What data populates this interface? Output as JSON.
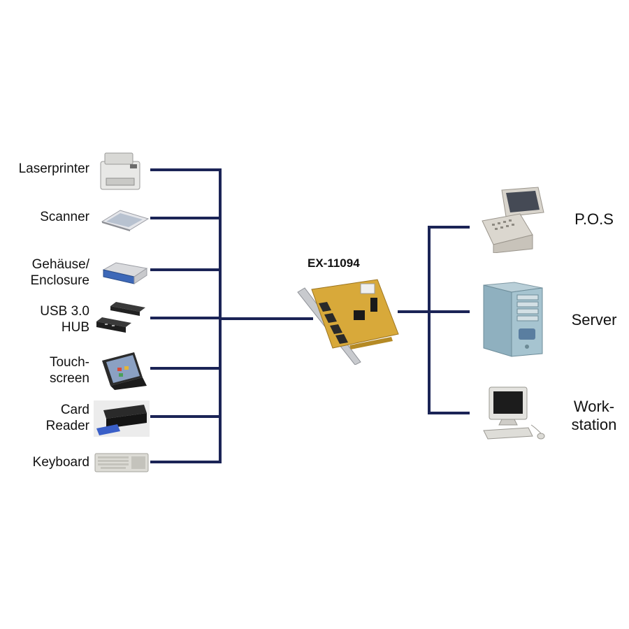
{
  "card": {
    "model": "EX-11094"
  },
  "left_devices": [
    {
      "label": "Laserprinter",
      "icon": "laser-printer-icon"
    },
    {
      "label": "Scanner",
      "icon": "scanner-icon"
    },
    {
      "label": "Gehäuse/\nEnclosure",
      "icon": "enclosure-icon"
    },
    {
      "label": "USB 3.0\nHUB",
      "icon": "usb-hub-icon"
    },
    {
      "label": "Touch-\nscreen",
      "icon": "touchscreen-icon"
    },
    {
      "label": "Card\nReader",
      "icon": "card-reader-icon"
    },
    {
      "label": "Keyboard",
      "icon": "keyboard-icon"
    }
  ],
  "right_devices": [
    {
      "label": "P.O.S",
      "icon": "pos-terminal-icon"
    },
    {
      "label": "Server",
      "icon": "server-tower-icon"
    },
    {
      "label": "Work-\nstation",
      "icon": "workstation-icon"
    }
  ],
  "colors": {
    "wire": "#1b2456",
    "card_pcb": "#d8a93a"
  }
}
